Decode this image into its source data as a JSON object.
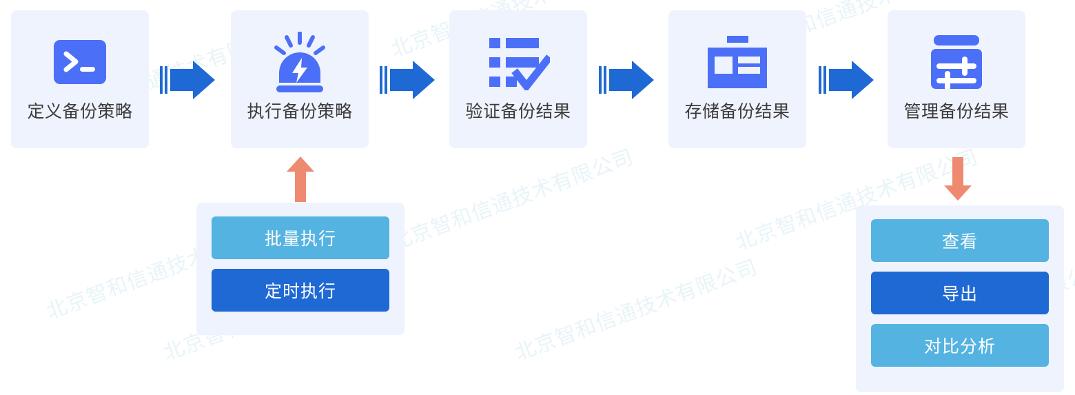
{
  "watermark": {
    "text": "北京智和信通技术有限公司",
    "color": "#e8f4f8"
  },
  "colors": {
    "card_bg": "#eff3fd",
    "icon_blue": "#4c6ff7",
    "arrow_blue": "#1f69d4",
    "connector_coral": "#ee8a70",
    "button_light": "#54b3e0",
    "button_dark": "#1f69d4",
    "label_text": "#3c3c3c"
  },
  "flow": {
    "steps": [
      {
        "label": "定义备份策略",
        "icon": "terminal-icon"
      },
      {
        "label": "执行备份策略",
        "icon": "alarm-siren-icon"
      },
      {
        "label": "验证备份结果",
        "icon": "checklist-check-icon"
      },
      {
        "label": "存储备份结果",
        "icon": "storage-card-icon"
      },
      {
        "label": "管理备份结果",
        "icon": "sliders-settings-icon"
      }
    ],
    "arrows": [
      {
        "name": "flow-arrow-1",
        "direction": "right"
      },
      {
        "name": "flow-arrow-2",
        "direction": "right"
      },
      {
        "name": "flow-arrow-3",
        "direction": "right"
      },
      {
        "name": "flow-arrow-4",
        "direction": "right"
      }
    ]
  },
  "execute_panel": {
    "connector": {
      "direction": "up",
      "color": "#ee8a70"
    },
    "options": [
      {
        "label": "批量执行",
        "style": "light"
      },
      {
        "label": "定时执行",
        "style": "dark"
      }
    ]
  },
  "manage_panel": {
    "connector": {
      "direction": "down",
      "color": "#ee8a70"
    },
    "options": [
      {
        "label": "查看",
        "style": "light"
      },
      {
        "label": "导出",
        "style": "dark"
      },
      {
        "label": "对比分析",
        "style": "light"
      }
    ]
  }
}
